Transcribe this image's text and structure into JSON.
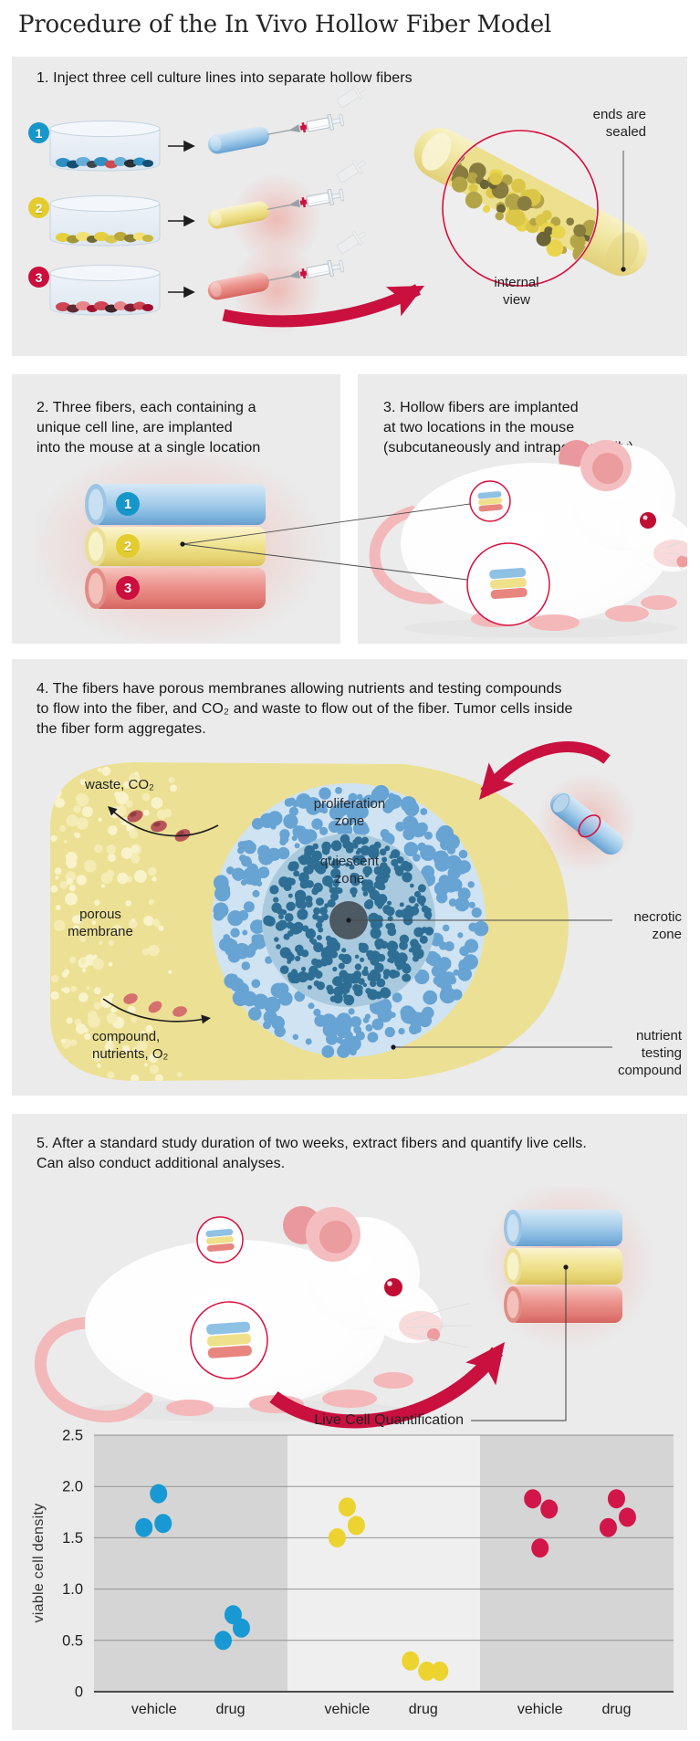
{
  "title": "Procedure of the In Vivo Hollow Fiber Model",
  "accent_color": "#c9103f",
  "panel_background": "#ebebeb",
  "cell_lines": [
    {
      "number": "1",
      "color": "#1796c9",
      "fiber_color": "#8fc1e5",
      "dot_color": "#1899d3"
    },
    {
      "number": "2",
      "color": "#e3cc2d",
      "fiber_color": "#efe08b",
      "dot_color": "#ecd32f"
    },
    {
      "number": "3",
      "color": "#cc0e3e",
      "fiber_color": "#e8857f",
      "dot_color": "#d2164a"
    }
  ],
  "step1": {
    "heading": "1. Inject three cell culture lines into separate hollow fibers",
    "ends_sealed_label": "ends are\nsealed",
    "internal_view_label": "internal\nview"
  },
  "step2": {
    "heading": "2. Three fibers, each containing a\nunique cell line, are implanted\ninto the mouse at a single location"
  },
  "step3": {
    "heading": "3. Hollow fibers are implanted\nat two locations in the mouse\n(subcutaneously and intraperitoneally)"
  },
  "step4": {
    "heading": "4. The fibers have porous membranes allowing nutrients and testing compounds\nto flow into the fiber, and CO₂ and waste to flow out of the fiber. Tumor cells inside\nthe fiber form aggregates.",
    "labels": {
      "waste": "waste, CO₂",
      "porous_membrane": "porous\nmembrane",
      "compound": "compound,\nnutrients, O₂",
      "proliferation": "proliferation\nzone",
      "quiescent": "quiescent\nzone",
      "necrotic": "necrotic\nzone",
      "nutrient": "nutrient\ntesting\ncompound"
    }
  },
  "step5": {
    "heading": "5. After a standard study duration of two weeks, extract fibers and quantify live cells.\nCan also conduct additional analyses."
  },
  "chart_data": {
    "type": "scatter",
    "title": "Live Cell Quantification",
    "ylabel": "viable cell density",
    "ylim": [
      0,
      2.5
    ],
    "yticks": [
      "0",
      "0.5",
      "1.0",
      "1.5",
      "2.0",
      "2.5"
    ],
    "x_categories": [
      "vehicle",
      "drug",
      "vehicle",
      "drug",
      "vehicle",
      "drug"
    ],
    "band_colors": [
      "#d5d5d5",
      "#efefef",
      "#d5d5d5"
    ],
    "grid": true,
    "legend": "none",
    "series": [
      {
        "name": "cell line 1 vehicle",
        "color": "#1899d3",
        "category": "vehicle",
        "values": [
          1.93,
          1.6,
          1.64
        ],
        "dx": [
          5,
          -11,
          10
        ]
      },
      {
        "name": "cell line 1 drug",
        "color": "#1899d3",
        "category": "drug",
        "values": [
          0.75,
          0.62,
          0.5
        ],
        "dx": [
          3,
          12,
          -8
        ]
      },
      {
        "name": "cell line 2 vehicle",
        "color": "#ecd32f",
        "category": "vehicle",
        "values": [
          1.8,
          1.62,
          1.5
        ],
        "dx": [
          0,
          10,
          -11
        ]
      },
      {
        "name": "cell line 2 drug",
        "color": "#ecd32f",
        "category": "drug",
        "values": [
          0.3,
          0.2,
          0.2
        ],
        "dx": [
          -14,
          4,
          18
        ]
      },
      {
        "name": "cell line 3 vehicle",
        "color": "#d2164a",
        "category": "vehicle",
        "values": [
          1.88,
          1.78,
          1.4
        ],
        "dx": [
          -8,
          10,
          0
        ]
      },
      {
        "name": "cell line 3 drug",
        "color": "#d2164a",
        "category": "drug",
        "values": [
          1.88,
          1.6,
          1.7
        ],
        "dx": [
          0,
          -9,
          12
        ]
      }
    ]
  }
}
